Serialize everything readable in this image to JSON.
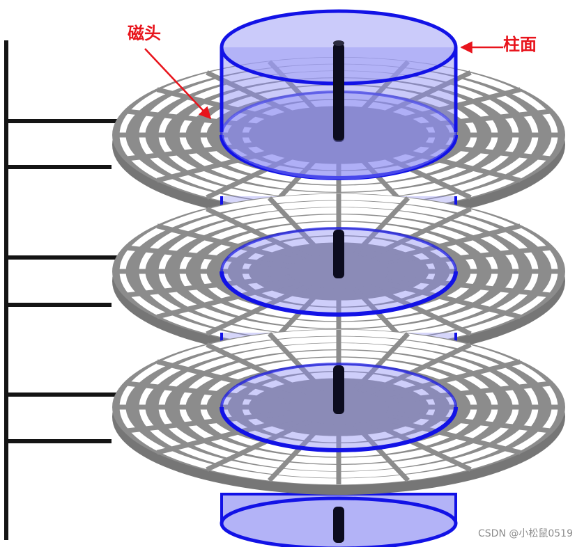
{
  "labels": {
    "head": "磁头",
    "cylinder": "柱面"
  },
  "watermark": "CSDN @小松鼠0519",
  "colors": {
    "platter": "#8c8c8c",
    "track_gap": "#ffffff",
    "cylinder_stroke": "#1212e6",
    "cylinder_fill": "#8a8af2",
    "spindle": "#0c0c1e",
    "arm": "#141414",
    "annotation": "#e8141c"
  },
  "structure": {
    "platters": 3,
    "heads_per_platter": 2,
    "tracks_per_platter": 7,
    "sectors_per_track": 20
  }
}
